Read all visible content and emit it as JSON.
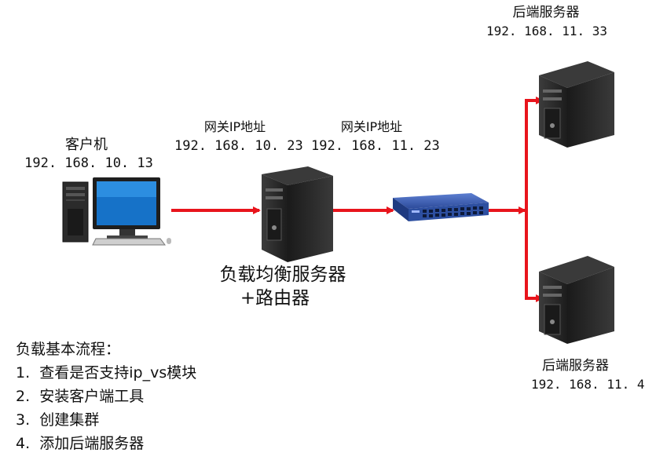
{
  "client": {
    "name": "客户机",
    "ip": "192. 168. 10. 13"
  },
  "gateway_left": {
    "label": "网关IP地址",
    "ip": "192. 168. 10. 23"
  },
  "gateway_right": {
    "label": "网关IP地址",
    "ip": "192. 168. 11. 23"
  },
  "load_balancer": {
    "line1": "负载均衡服务器",
    "line2": "+路由器"
  },
  "backend_top": {
    "label": "后端服务器",
    "ip": "192. 168. 11. 33"
  },
  "backend_bottom": {
    "label": "后端服务器",
    "ip": "192. 168. 11. 4"
  },
  "steps": {
    "title": "负载基本流程：",
    "items": [
      {
        "num": "1.",
        "text": "查看是否支持ip_vs模块"
      },
      {
        "num": "2.",
        "text": "安装客户端工具"
      },
      {
        "num": "3.",
        "text": "创建集群"
      },
      {
        "num": "4.",
        "text": "添加后端服务器"
      }
    ]
  },
  "colors": {
    "arrow": "#e8141c",
    "server_body": "#2a2a2a",
    "switch_body": "#2d4fa0"
  }
}
